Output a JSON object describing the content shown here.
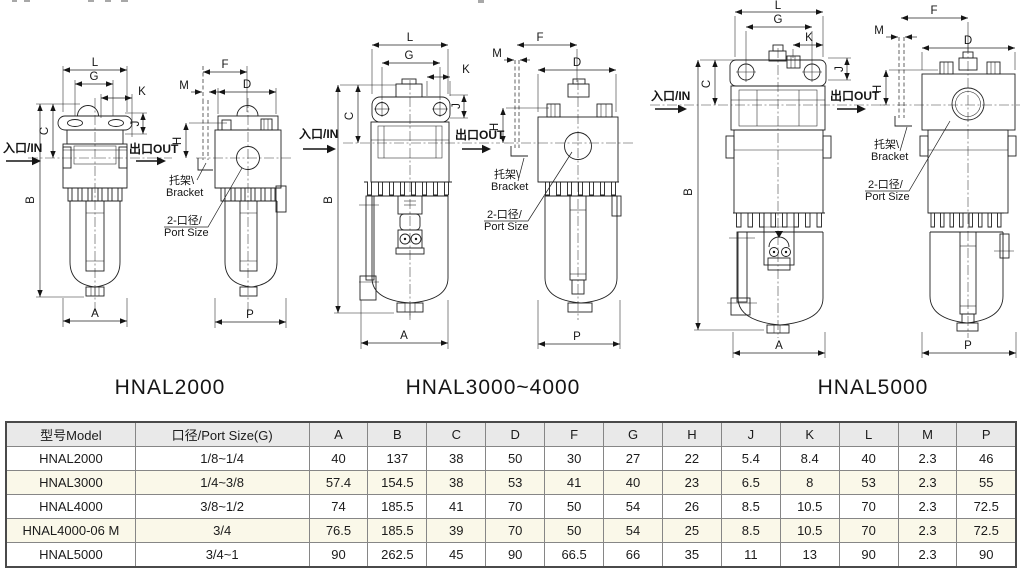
{
  "colors": {
    "line": "#222222",
    "table_header_bg": "#e9e9e9",
    "table_row_alt_bg": "#faf8e9"
  },
  "dim_labels": {
    "L": "L",
    "G": "G",
    "K": "K",
    "J": "J",
    "C": "C",
    "B": "B",
    "M": "M",
    "F": "F",
    "D": "D",
    "H": "H",
    "A": "A",
    "P": "P"
  },
  "annotations": {
    "inlet": "入口/IN",
    "outlet": "出口OUT",
    "bracket_cn": "托架\\",
    "bracket_en": "Bracket",
    "port_cn": "2-口径/",
    "port_en": "Port Size"
  },
  "drawings": [
    {
      "model": "HNAL2000"
    },
    {
      "model": "HNAL3000~4000"
    },
    {
      "model": "HNAL5000"
    }
  ],
  "table": {
    "headers": [
      "型号Model",
      "口径/Port Size(G)",
      "A",
      "B",
      "C",
      "D",
      "F",
      "G",
      "H",
      "J",
      "K",
      "L",
      "M",
      "P"
    ],
    "rows": [
      [
        "HNAL2000",
        "1/8~1/4",
        "40",
        "137",
        "38",
        "50",
        "30",
        "27",
        "22",
        "5.4",
        "8.4",
        "40",
        "2.3",
        "46"
      ],
      [
        "HNAL3000",
        "1/4~3/8",
        "57.4",
        "154.5",
        "38",
        "53",
        "41",
        "40",
        "23",
        "6.5",
        "8",
        "53",
        "2.3",
        "55"
      ],
      [
        "HNAL4000",
        "3/8~1/2",
        "74",
        "185.5",
        "41",
        "70",
        "50",
        "54",
        "26",
        "8.5",
        "10.5",
        "70",
        "2.3",
        "72.5"
      ],
      [
        "HNAL4000-06 M",
        "3/4",
        "76.5",
        "185.5",
        "39",
        "70",
        "50",
        "54",
        "25",
        "8.5",
        "10.5",
        "70",
        "2.3",
        "72.5"
      ],
      [
        "HNAL5000",
        "3/4~1",
        "90",
        "262.5",
        "45",
        "90",
        "66.5",
        "66",
        "35",
        "11",
        "13",
        "90",
        "2.3",
        "90"
      ]
    ]
  }
}
